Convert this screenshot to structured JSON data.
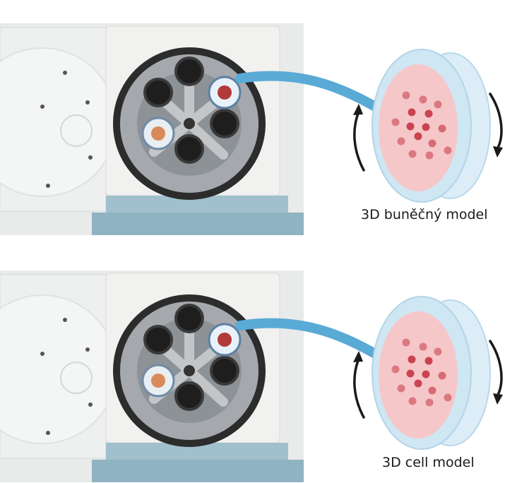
{
  "panels": [
    {
      "id": "top",
      "caption": "3D buněčný model"
    },
    {
      "id": "bottom",
      "caption": "3D cell model"
    }
  ],
  "colors": {
    "arrow_blue": "#5aaad6",
    "dish_outer": "#cfe6f3",
    "dish_inner": "#f6c7c9",
    "cell_spot": "#c94450",
    "rotation_arrow": "#1a1a1a",
    "rotor_metal": "#9a9ea3",
    "machine_body": "#f1f1ef",
    "machine_base": "#9fc0cc"
  },
  "icons": [
    "centrifuge-photo",
    "petri-dish-diagram",
    "transfer-arrow",
    "rotation-arrow"
  ]
}
